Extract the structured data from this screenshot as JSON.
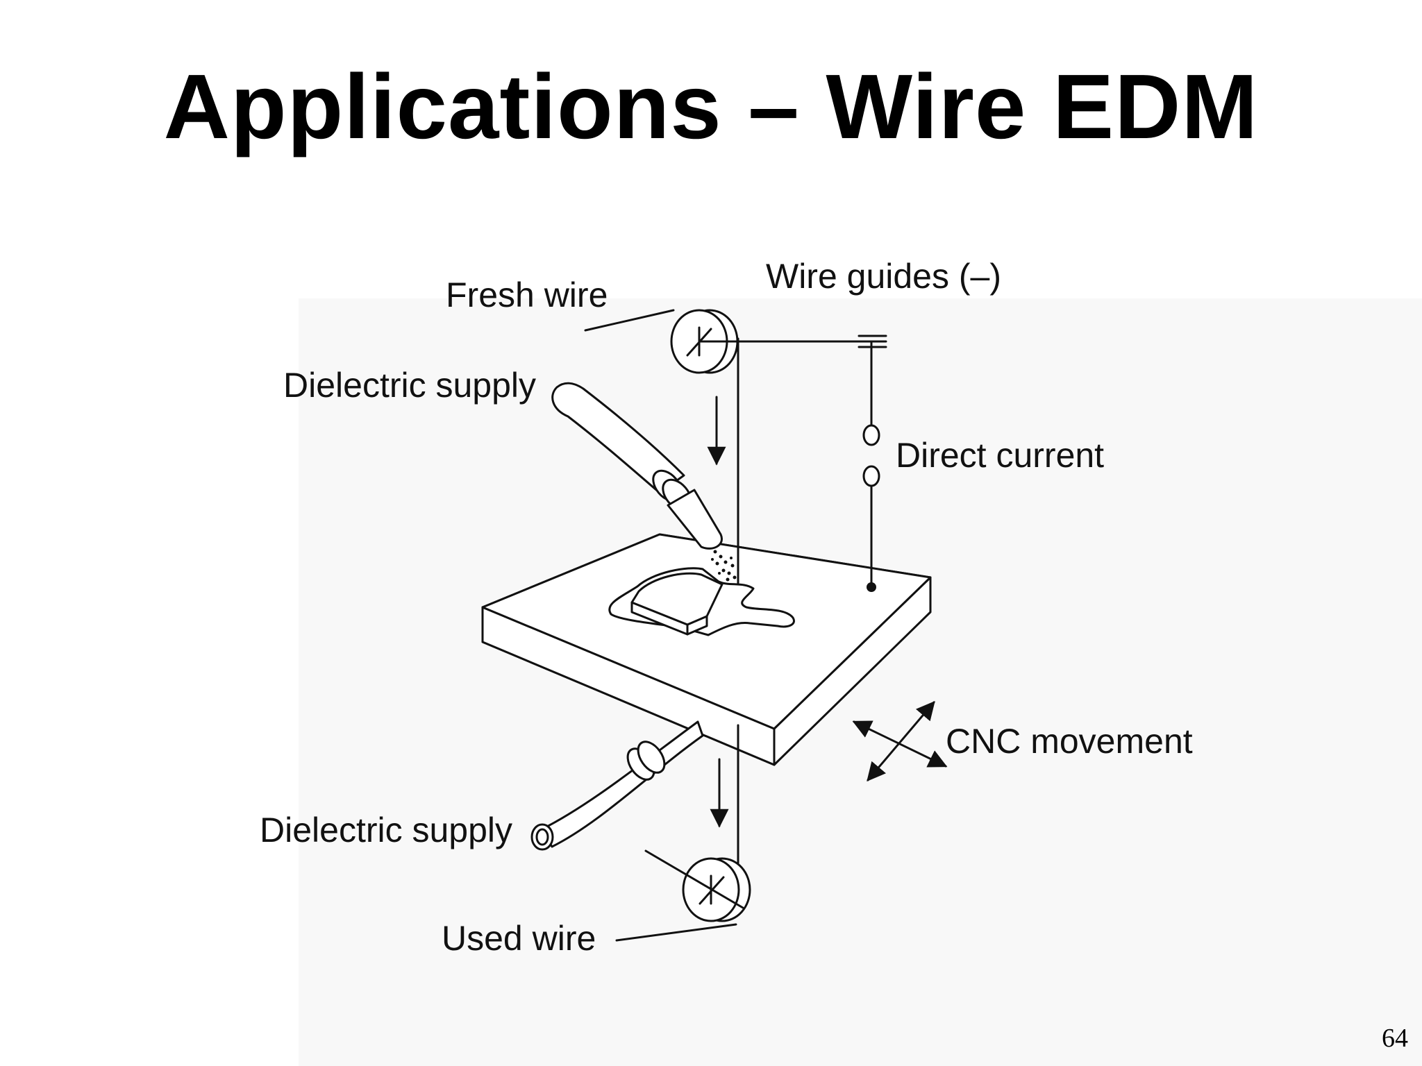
{
  "slide": {
    "title": "Applications – Wire EDM",
    "page_number": "64"
  },
  "diagram": {
    "labels": {
      "fresh_wire": "Fresh wire",
      "wire_guides": "Wire guides (–)",
      "dielectric_supply_top": "Dielectric supply",
      "direct_current": "Direct current",
      "cnc_movement": "CNC movement",
      "dielectric_supply_bottom": "Dielectric supply",
      "used_wire": "Used wire"
    }
  }
}
